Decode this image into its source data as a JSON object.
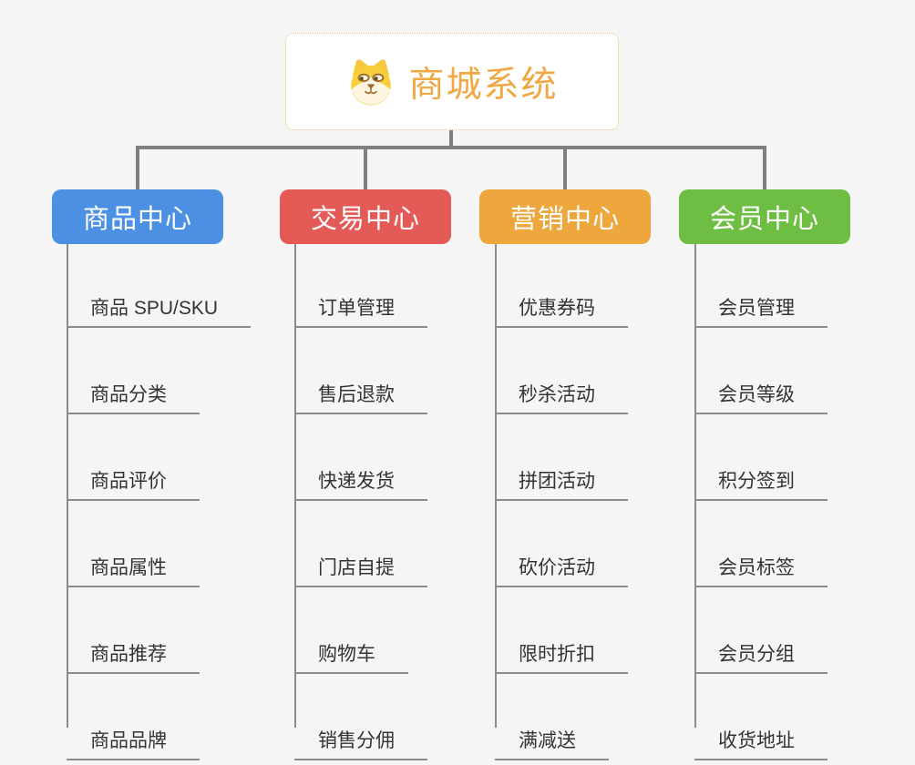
{
  "root": {
    "title": "商城系统",
    "icon": "dog-face-icon"
  },
  "branches": [
    {
      "label": "商品中心",
      "color": "#4b90e2",
      "items": [
        "商品 SPU/SKU",
        "商品分类",
        "商品评价",
        "商品属性",
        "商品推荐",
        "商品品牌"
      ]
    },
    {
      "label": "交易中心",
      "color": "#e45a57",
      "items": [
        "订单管理",
        "售后退款",
        "快递发货",
        "门店自提",
        "购物车",
        "销售分佣"
      ]
    },
    {
      "label": "营销中心",
      "color": "#eda73d",
      "items": [
        "优惠券码",
        "秒杀活动",
        "拼团活动",
        "砍价活动",
        "限时折扣",
        "满减送"
      ]
    },
    {
      "label": "会员中心",
      "color": "#6fbe44",
      "items": [
        "会员管理",
        "会员等级",
        "积分签到",
        "会员标签",
        "会员分组",
        "收货地址"
      ]
    }
  ],
  "colors": {
    "background": "#f5f5f6",
    "connector": "#7f7f7f",
    "child_line": "#8c8c8c",
    "child_text": "#333333",
    "root_title": "#f0a845",
    "root_border": "#f2be75"
  }
}
